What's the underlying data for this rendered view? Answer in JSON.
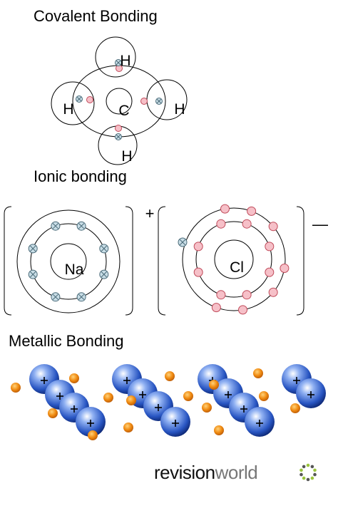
{
  "sections": {
    "covalent": {
      "title": "Covalent Bonding",
      "center_atom": "C",
      "outer_atom": "H"
    },
    "ionic": {
      "title": "Ionic bonding",
      "cation": "Na",
      "cation_charge": "+",
      "anion": "Cl",
      "anion_charge": "—"
    },
    "metallic": {
      "title": "Metallic Bonding",
      "ion_charge": "+"
    }
  },
  "logo": {
    "part1": "revision",
    "part2": "world"
  },
  "colors": {
    "shared_electron": "#f6c0c8",
    "transferred_electron": "#c8dde6",
    "metal_ion": "#2855c2",
    "free_electron": "#f08a10",
    "logo_dark": "#111111",
    "logo_grey": "#777777"
  }
}
